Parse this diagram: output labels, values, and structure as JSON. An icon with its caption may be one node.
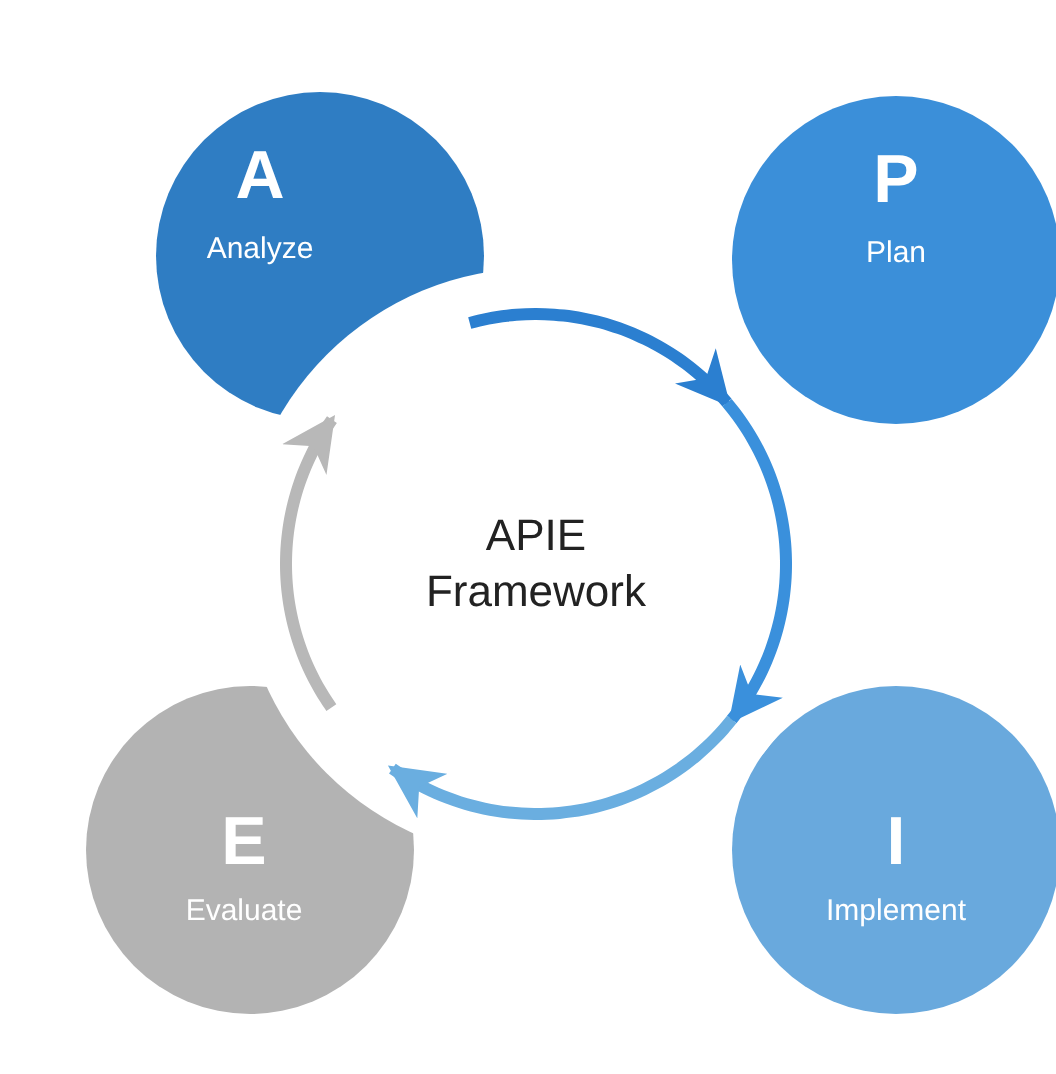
{
  "diagram": {
    "nodes": [
      {
        "text": [
          "A",
          "Analyze"
        ]
      },
      {
        "text": [
          "P",
          "Plan"
        ]
      },
      {
        "text": [
          "APIE Framework"
        ]
      },
      {
        "text": [
          "E",
          "Evaluate"
        ]
      },
      {
        "text": [
          "I",
          "Implement"
        ]
      }
    ],
    "edges": [
      {
        "from": 0,
        "to": 1,
        "arrow": "to",
        "color": "#2b7fd0"
      },
      {
        "from": 1,
        "to": 4,
        "arrow": "to",
        "color": "#3a90dc"
      },
      {
        "from": 4,
        "to": 3,
        "arrow": "to",
        "color": "#6aaee0"
      },
      {
        "from": 3,
        "to": 0,
        "arrow": "to",
        "color": "#b8b8b8"
      }
    ]
  }
}
